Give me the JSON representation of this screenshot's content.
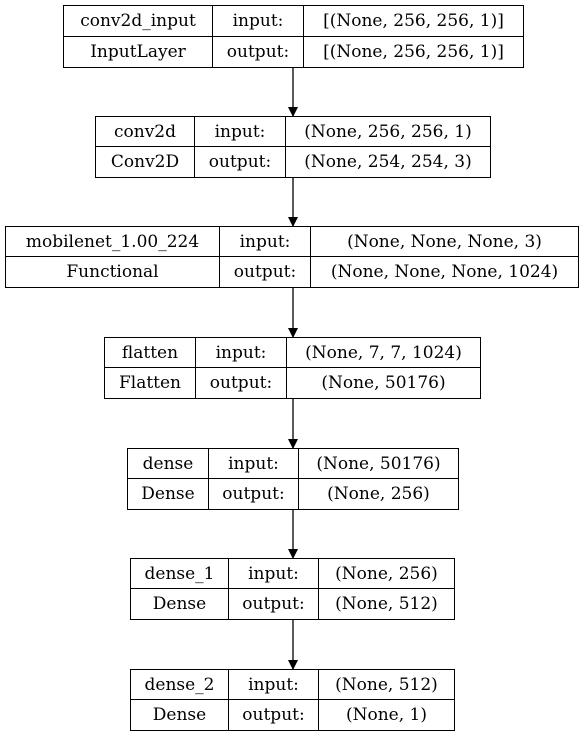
{
  "layers": [
    {
      "name": "conv2d_input",
      "type": "InputLayer",
      "input_label": "input:",
      "output_label": "output:",
      "input_shape": "[(None, 256, 256, 1)]",
      "output_shape": "[(None, 256, 256, 1)]"
    },
    {
      "name": "conv2d",
      "type": "Conv2D",
      "input_label": "input:",
      "output_label": "output:",
      "input_shape": "(None, 256, 256, 1)",
      "output_shape": "(None, 254, 254, 3)"
    },
    {
      "name": "mobilenet_1.00_224",
      "type": "Functional",
      "input_label": "input:",
      "output_label": "output:",
      "input_shape": "(None, None, None, 3)",
      "output_shape": "(None, None, None, 1024)"
    },
    {
      "name": "flatten",
      "type": "Flatten",
      "input_label": "input:",
      "output_label": "output:",
      "input_shape": "(None, 7, 7, 1024)",
      "output_shape": "(None, 50176)"
    },
    {
      "name": "dense",
      "type": "Dense",
      "input_label": "input:",
      "output_label": "output:",
      "input_shape": "(None, 50176)",
      "output_shape": "(None, 256)"
    },
    {
      "name": "dense_1",
      "type": "Dense",
      "input_label": "input:",
      "output_label": "output:",
      "input_shape": "(None, 256)",
      "output_shape": "(None, 512)"
    },
    {
      "name": "dense_2",
      "type": "Dense",
      "input_label": "input:",
      "output_label": "output:",
      "input_shape": "(None, 512)",
      "output_shape": "(None, 1)"
    }
  ]
}
